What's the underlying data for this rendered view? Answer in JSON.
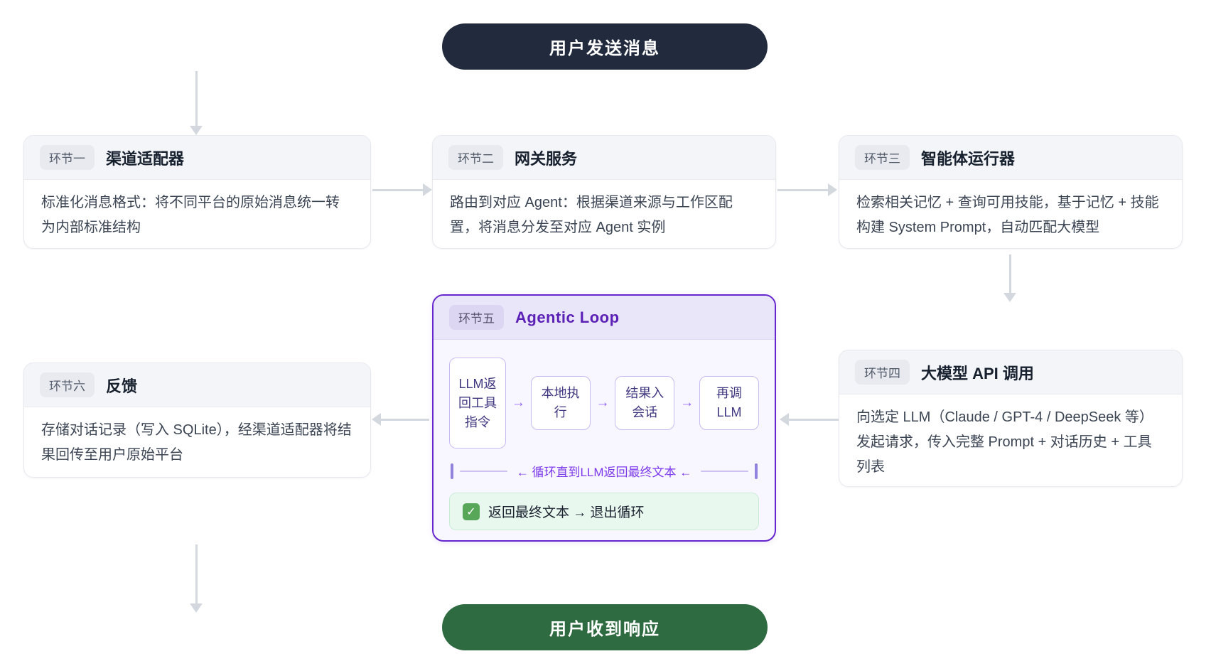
{
  "diagram": {
    "start_pill": "用户发送消息",
    "end_pill": "用户收到响应"
  },
  "cards": {
    "channel_adapter": {
      "badge": "环节一",
      "title": "渠道适配器",
      "body": "标准化消息格式：将不同平台的原始消息统一转为内部标准结构"
    },
    "gateway": {
      "badge": "环节二",
      "title": "网关服务",
      "body": "路由到对应 Agent：根据渠道来源与工作区配置，将消息分发至对应 Agent 实例"
    },
    "agent_runner": {
      "badge": "环节三",
      "title": "智能体运行器",
      "body": "检索相关记忆 + 查询可用技能，基于记忆 + 技能构建 System Prompt，自动匹配大模型"
    },
    "llm_api": {
      "badge": "环节四",
      "title": "大模型 API 调用",
      "body": "向选定 LLM（Claude / GPT-4 / DeepSeek 等）发起请求，传入完整 Prompt + 对话历史 + 工具列表"
    },
    "feedback": {
      "badge": "环节六",
      "title": "反馈",
      "body": "存储对话记录（写入 SQLite），经渠道适配器将结果回传至用户原始平台"
    }
  },
  "agentic_loop": {
    "badge": "环节五",
    "title": "Agentic Loop",
    "steps": [
      "LLM返回工具指令",
      "本地执行",
      "结果入会话",
      "再调LLM"
    ],
    "step_arrow": "→",
    "loop_label": "← 循环直到LLM返回最终文本 ←",
    "exit_note": "返回最终文本 → 退出循环"
  },
  "icons": {
    "check": "✓"
  },
  "colors": {
    "start_pill_bg": "#222b3d",
    "end_pill_bg": "#2e6b40",
    "loop_border": "#6526cd",
    "loop_title": "#5b21b6",
    "step_text": "#3f3780",
    "arrow_gray": "#d3d7de",
    "success_bg": "#e9f8ef",
    "success_check": "#58a758"
  }
}
